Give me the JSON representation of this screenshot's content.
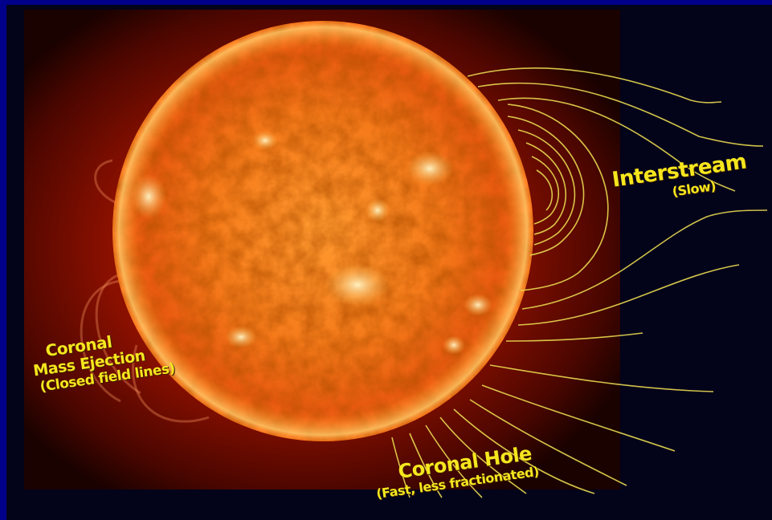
{
  "image": {
    "labels": {
      "interstream": {
        "title": "Interstream",
        "subtitle": "(Slow)"
      },
      "cme": {
        "line1": "Coronal",
        "line2": "Mass Ejection",
        "line3": "(Closed field lines)"
      },
      "coronal_hole": {
        "title": "Coronal Hole",
        "subtitle": "(Fast, less fractionated)"
      }
    },
    "colors": {
      "frame": "#00008a",
      "label_text": "#f5e61e",
      "field_lines": "#e8d850",
      "sun_core": "#ffd060",
      "sun_edge": "#d03000",
      "corona": "#8a1000"
    }
  }
}
